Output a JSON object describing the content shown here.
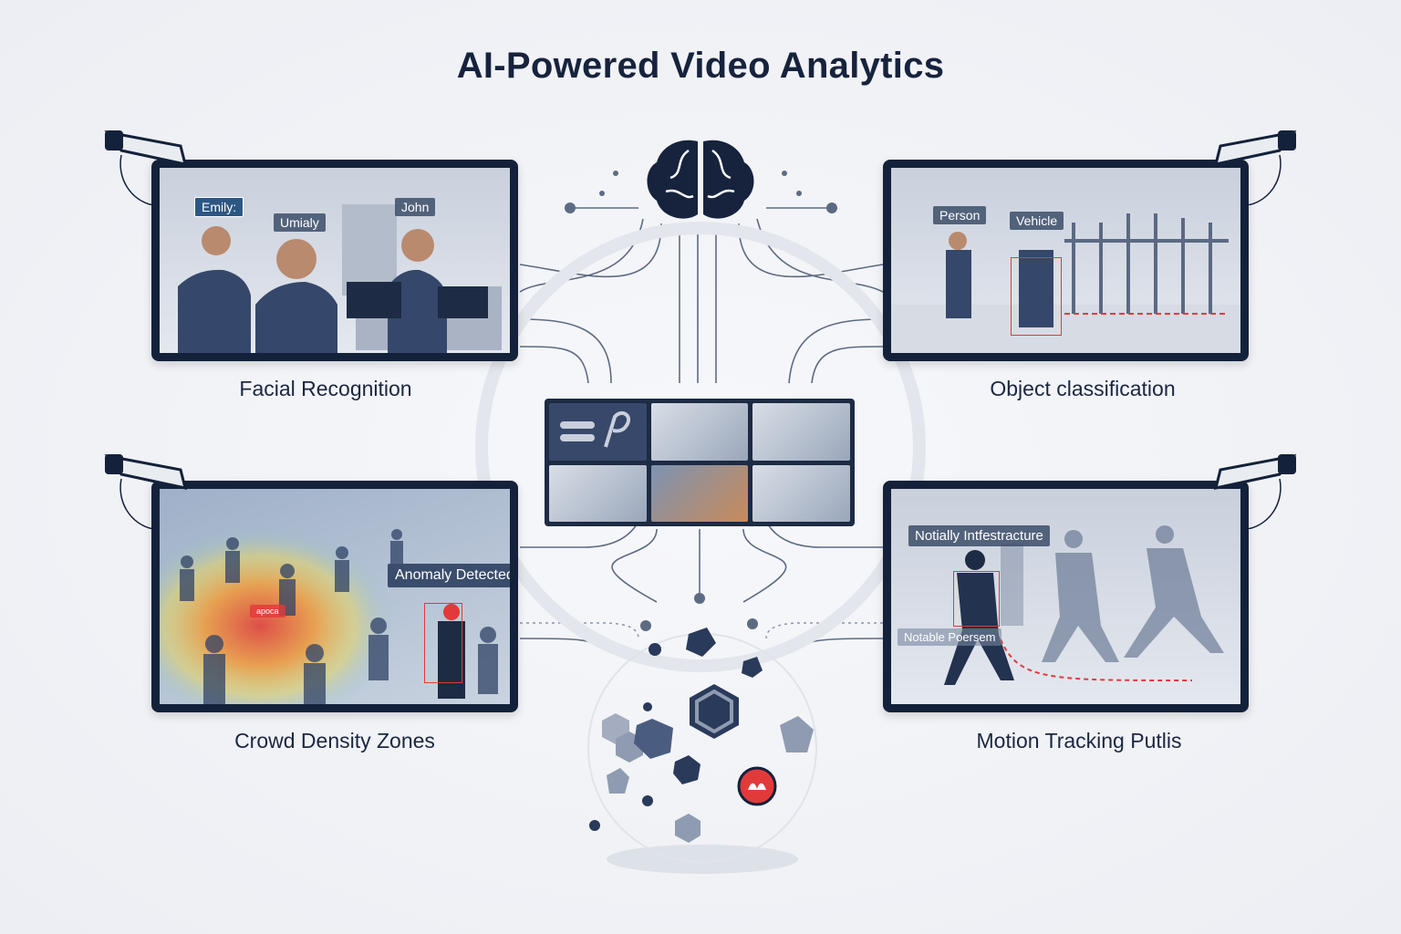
{
  "title": "AI-Powered Video Analytics",
  "panels": {
    "facial": {
      "caption": "Facial Recognition",
      "tags": [
        "Emily:",
        "Umialy",
        "John"
      ]
    },
    "object": {
      "caption": "Object classification",
      "tags": [
        "Person",
        "Vehicle"
      ]
    },
    "crowd": {
      "caption": "Crowd Density Zones",
      "tags": [
        "Anomaly Detected",
        "apoca"
      ]
    },
    "motion": {
      "caption": "Motion Tracking Putlis",
      "tags": [
        "Notially Intfestracture",
        "Notable Poersem"
      ]
    }
  },
  "icons": {
    "center": "brain-icon",
    "alert": "warning-triangle-icon",
    "camera": "security-camera-icon"
  },
  "colors": {
    "navy": "#13213a",
    "alert": "#e23a3a",
    "background": "#eef0f4"
  }
}
